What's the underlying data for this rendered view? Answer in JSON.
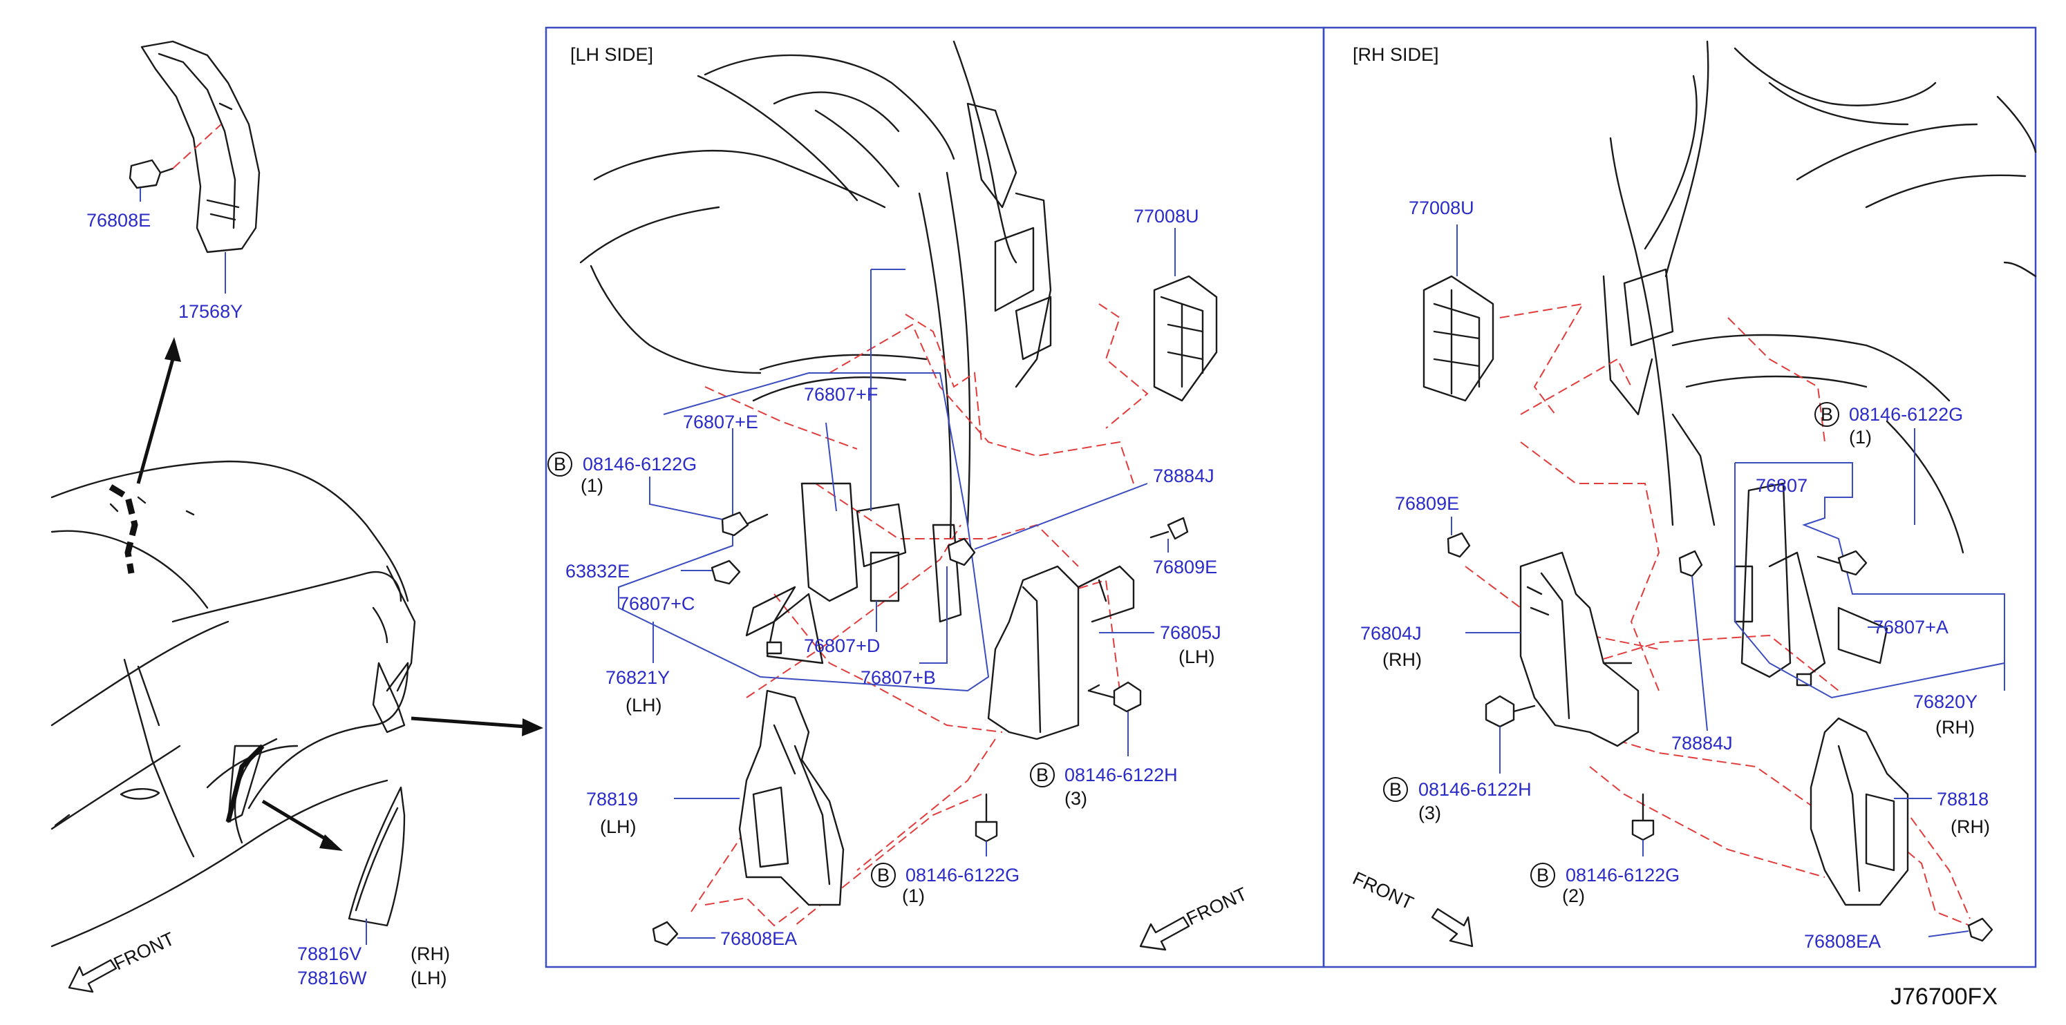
{
  "diagram_code": "J76700FX",
  "panels": {
    "lh_title": "[LH    SIDE]",
    "rh_title": "[RH    SIDE]"
  },
  "front_label": "FRONT",
  "bolt_marker": "B",
  "left_area": {
    "clip_part": "76808E",
    "trim_part": "17568Y",
    "mud_guard_rh": "78816V",
    "mud_guard_lh": "78816W",
    "rh": "(RH)",
    "lh": "(LH)"
  },
  "lh_parts": {
    "p77008U": "77008U",
    "p76807F": "76807+F",
    "p76807E": "76807+E",
    "p08146_6122G_top": "08146-6122G",
    "qty1_top": "(1)",
    "p63832E": "63832E",
    "p76807C": "76807+C",
    "p76821Y": "76821Y",
    "p76821Y_side": "(LH)",
    "p76807D": "76807+D",
    "p76807B": "76807+B",
    "p78884J": "78884J",
    "p76809E": "76809E",
    "p76805J": "76805J",
    "p76805J_side": "(LH)",
    "p08146_6122H": "08146-6122H",
    "qty3": "(3)",
    "p78819": "78819",
    "p78819_side": "(LH)",
    "p08146_6122G_bottom": "08146-6122G",
    "qty1_bottom": "(1)",
    "p76808EA": "76808EA"
  },
  "rh_parts": {
    "p77008U": "77008U",
    "p08146_6122G_top": "08146-6122G",
    "qty1_top": "(1)",
    "p76807": "76807",
    "p76809E": "76809E",
    "p76804J": "76804J",
    "p76804J_side": "(RH)",
    "p76807A": "76807+A",
    "p76820Y": "76820Y",
    "p76820Y_side": "(RH)",
    "p78884J": "78884J",
    "p08146_6122H": "08146-6122H",
    "qty3": "(3)",
    "p78818": "78818",
    "p78818_side": "(RH)",
    "p08146_6122G_bottom": "08146-6122G",
    "qty2": "(2)",
    "p76808EA": "76808EA"
  }
}
